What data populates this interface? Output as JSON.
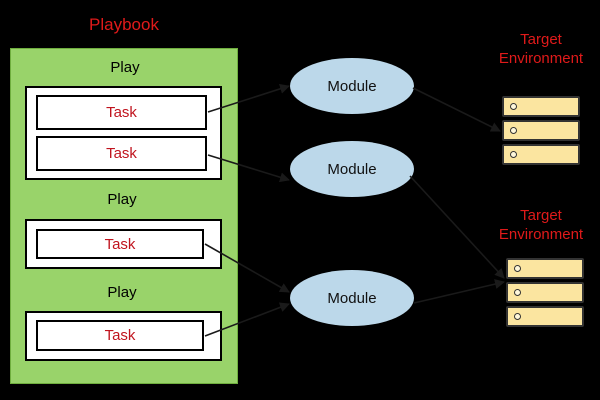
{
  "playbook": {
    "title": "Playbook",
    "plays": [
      {
        "label": "Play",
        "tasks": [
          "Task",
          "Task"
        ]
      },
      {
        "label": "Play",
        "tasks": [
          "Task"
        ]
      },
      {
        "label": "Play",
        "tasks": [
          "Task"
        ]
      }
    ]
  },
  "modules": [
    "Module",
    "Module",
    "Module"
  ],
  "targets": [
    {
      "line1": "Target",
      "line2": "Environment"
    },
    {
      "line1": "Target",
      "line2": "Environment"
    }
  ],
  "colors": {
    "background": "#000000",
    "playbook_fill": "#99d36a",
    "module_fill": "#bcd8ea",
    "server_fill": "#fbe5a0",
    "label_red": "#e01a1a"
  }
}
